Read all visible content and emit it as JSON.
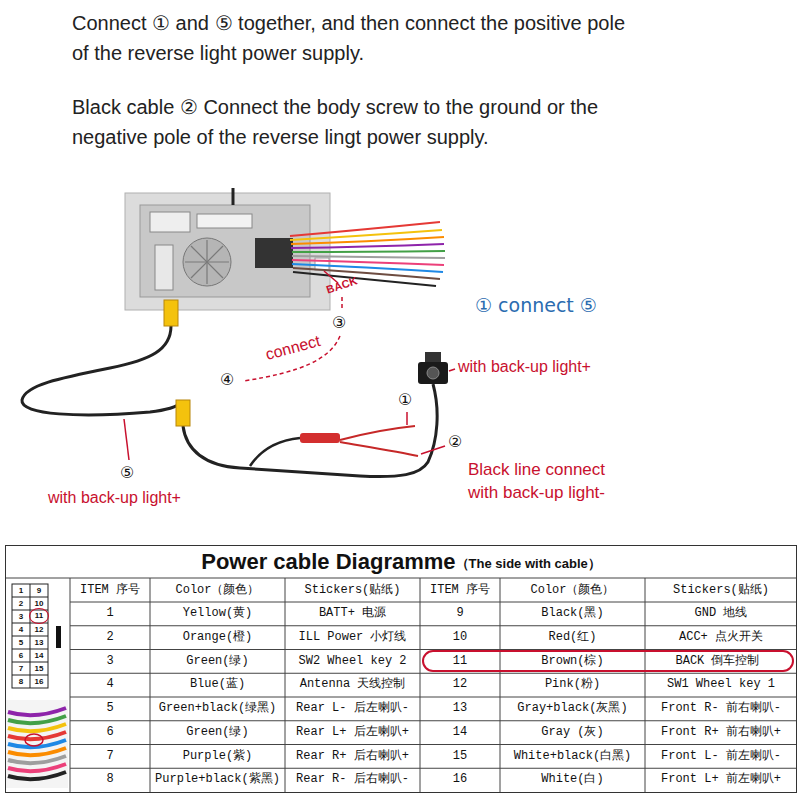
{
  "diagram": {
    "nodes": [
      {
        "text": [
          "Power cable Diagramme",
          "（The side with cable）"
        ]
      },
      {
        "text": [
          "11",
          "Brown(棕)",
          "BACK 倒车控制"
        ],
        "in": 0
      },
      {
        "text": [
          "11"
        ],
        "in": 0
      }
    ],
    "labels": [
      "Connect ① and ⑤ together, and then connect the positive pole of the reverse light power supply.",
      "Black cable ② Connect the body screw to the ground or the negative pole of the reverse lingt power supply.",
      "BACK",
      "③",
      "① connect ⑤",
      "with back-up light+",
      "connect",
      "④",
      "①",
      "②",
      "⑤",
      "Black line connect with back-up light-",
      "with back-up light+",
      "ITEM 序号",
      "Color（颜色）",
      "Stickers(贴纸)",
      "ITEM 序号",
      "Color（颜色）",
      "Stickers(贴纸)",
      "1",
      "Yellow(黄)",
      "BATT+ 电源",
      "9",
      "Black(黑)",
      "GND 地线",
      "2",
      "Orange(橙)",
      "ILL Power 小灯线",
      "10",
      "Red(红)",
      "ACC+ 点火开关",
      "3",
      "Green(绿)",
      "SW2 Wheel key 2",
      "4",
      "Blue(蓝)",
      "Antenna 天线控制",
      "12",
      "Pink(粉)",
      "SW1 Wheel key 1",
      "5",
      "Green+black(绿黑)",
      "Rear L- 后左喇叭-",
      "13",
      "Gray+black(灰黑)",
      "Front R- 前右喇叭-",
      "6",
      "Green(绿)",
      "Rear L+ 后左喇叭+",
      "14",
      "Gray (灰)",
      "Front R+ 前右喇叭+",
      "7",
      "Purple(紫)",
      "Rear R+ 后右喇叭+",
      "15",
      "White+black(白黑)",
      "Front L- 前左喇叭-",
      "8",
      "Purple+black(紫黑)",
      "Rear R- 后右喇叭-",
      "16",
      "White(白)",
      "Front L+ 前左喇叭+",
      "1",
      "9",
      "2",
      "10",
      "3",
      "4",
      "12",
      "5",
      "13",
      "6",
      "14",
      "7",
      "15",
      "8",
      "16"
    ]
  }
}
